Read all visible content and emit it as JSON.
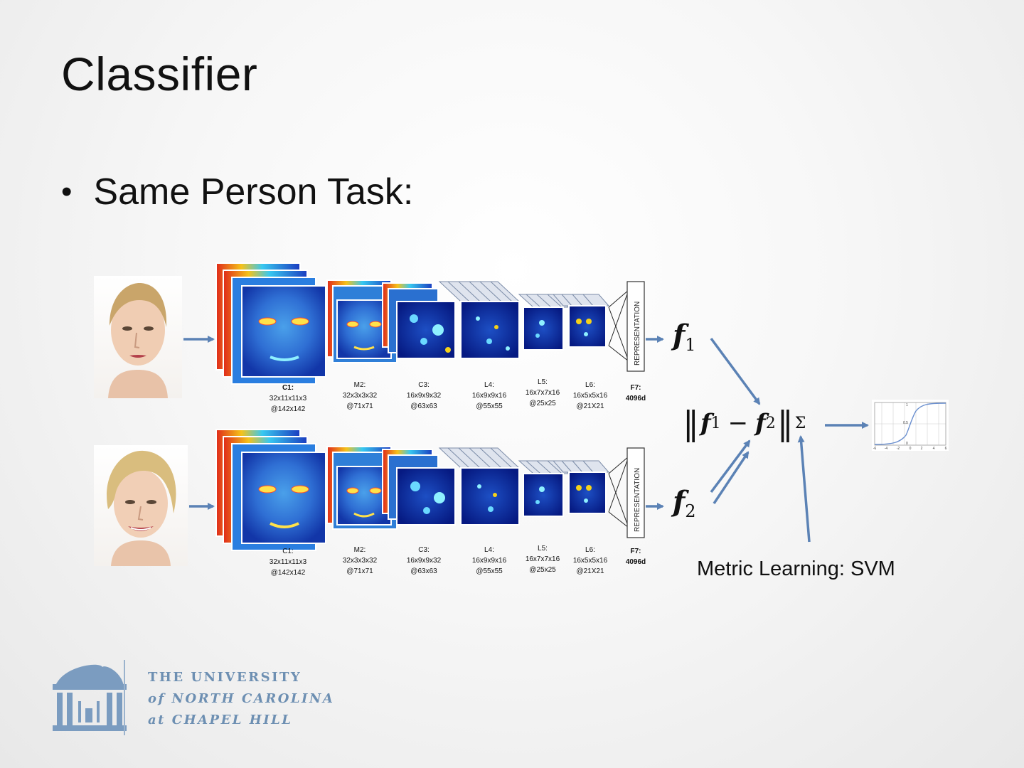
{
  "slide": {
    "title": "Classifier",
    "bullet": "Same Person Task:"
  },
  "network": {
    "representation_label": "REPRESENTATION",
    "layers": [
      {
        "name": "C1:",
        "spec": "32x11x11x3",
        "size": "@142x142"
      },
      {
        "name": "M2:",
        "spec": "32x3x3x32",
        "size": "@71x71"
      },
      {
        "name": "C3:",
        "spec": "16x9x9x32",
        "size": "@63x63"
      },
      {
        "name": "L4:",
        "spec": "16x9x9x16",
        "size": "@55x55"
      },
      {
        "name": "L5:",
        "spec": "16x7x7x16",
        "size": "@25x25"
      },
      {
        "name": "L6:",
        "spec": "16x5x5x16",
        "size": "@21X21"
      },
      {
        "name": "F7:",
        "spec": "4096d",
        "size": ""
      }
    ]
  },
  "features": {
    "f_symbol": "f",
    "f1_sub": "1",
    "f2_sub": "2",
    "minus": "−",
    "norm": "‖",
    "sigma": "Σ"
  },
  "metric": {
    "caption": "Metric Learning: SVM"
  },
  "sigmoid_plot": {
    "x_ticks": [
      "-6",
      "-4",
      "-2",
      "0",
      "2",
      "4",
      "6"
    ],
    "y_ticks": [
      "0",
      "0.5",
      "1"
    ]
  },
  "logo": {
    "line1": "THE UNIVERSITY",
    "line2": "of NORTH CAROLINA",
    "line3": "at CHAPEL HILL"
  },
  "colors": {
    "arrow": "#5b82b5",
    "logo_blue": "#7b9cc0",
    "feature_map_deep": "#0a2a9a",
    "feature_map_mid": "#2f7fd8"
  }
}
